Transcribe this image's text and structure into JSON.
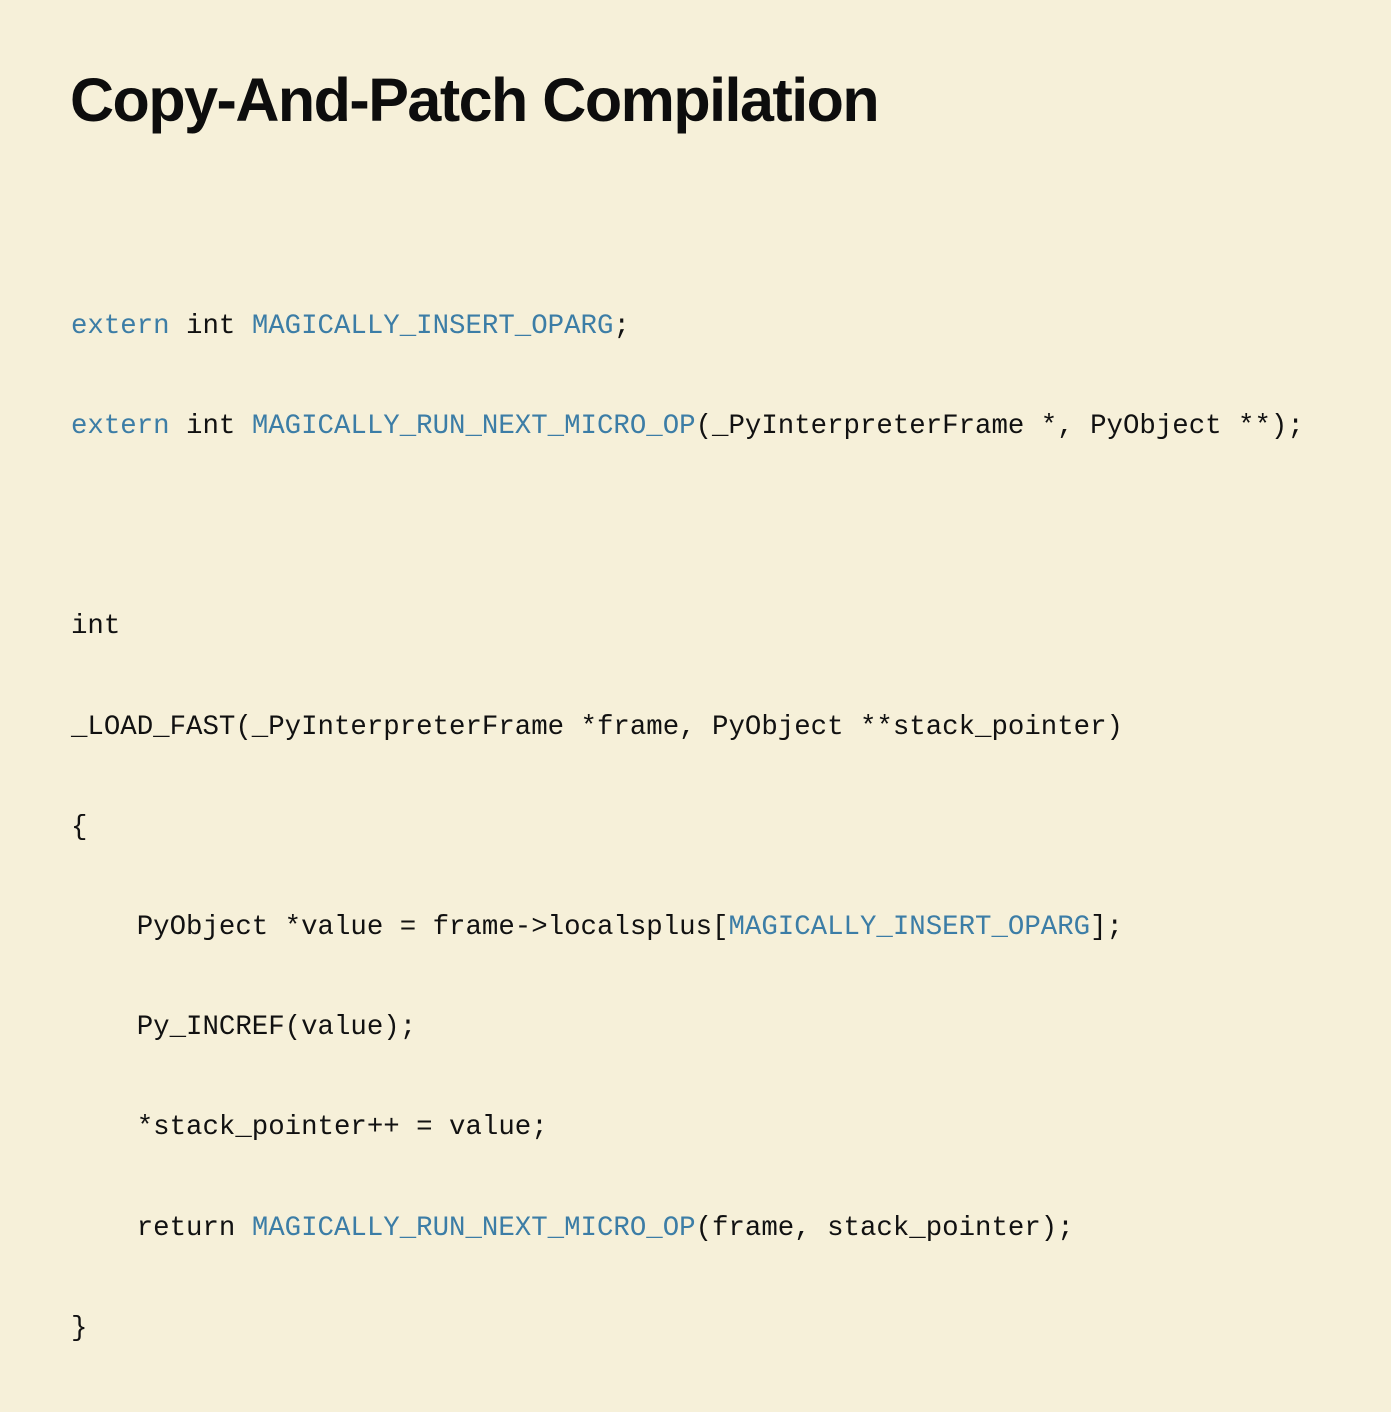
{
  "slide": {
    "title": "Copy-And-Patch Compilation",
    "accent_color": "#3c7da6",
    "background_color": "#f6f0d9"
  },
  "code": {
    "line_1": {
      "t1": "extern",
      "t2": " int ",
      "t3": "MAGICALLY_INSERT_OPARG",
      "t4": ";"
    },
    "line_2": {
      "t1": "extern",
      "t2": " int ",
      "t3": "MAGICALLY_RUN_NEXT_MICRO_OP",
      "t4": "(_PyInterpreterFrame *, PyObject **);"
    },
    "line_3": "",
    "line_4": "int",
    "line_5": "_LOAD_FAST(_PyInterpreterFrame *frame, PyObject **stack_pointer)",
    "line_6": "{",
    "line_7": {
      "t1": "    PyObject *value = frame->localsplus[",
      "t2": "MAGICALLY_INSERT_OPARG",
      "t3": "];"
    },
    "line_8": "    Py_INCREF(value);",
    "line_9": "    *stack_pointer++ = value;",
    "line_10": {
      "t1": "    return ",
      "t2": "MAGICALLY_RUN_NEXT_MICRO_OP",
      "t3": "(frame, stack_pointer);"
    },
    "line_11": "}"
  }
}
